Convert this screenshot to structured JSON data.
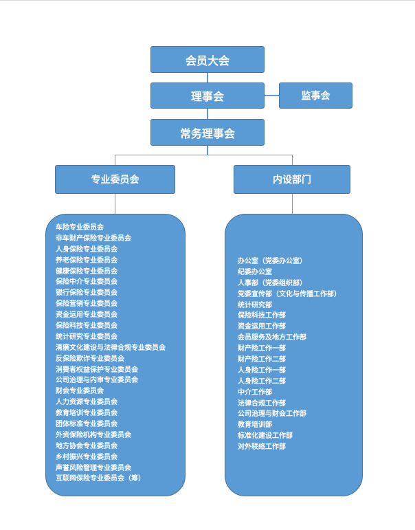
{
  "nodes": {
    "general_assembly": "会员大会",
    "council": "理事会",
    "supervisory_board": "监事会",
    "standing_council": "常务理事会",
    "committees": "专业委员会",
    "internal_departments": "内设部门"
  },
  "committee_list": [
    "车险专业委员会",
    "非车财产保险专业委员会",
    "人身保险专业委员会",
    "养老保险专业委员会",
    "健康保险专业委员会",
    "保险中介专业委员会",
    "银行保险专业委员会",
    "保险营销专业委员会",
    "资金运用专业委员会",
    "保险科技专业委员会",
    "统计研究专业委员会",
    "清廉文化建设与法律合规专业委员会",
    "反保险欺诈专业委员会",
    "消费者权益保护专业委员会",
    "公司治理与内审专业委员会",
    "财会专业委员会",
    "人力资源专业委员会",
    "教育培训专业委员会",
    "团体标准专业委员会",
    "外资保险机构专业委员会",
    "地方协会专业委员会",
    "乡村振兴专业委员会",
    "声誉风险管理专业委员会",
    "互联网保险专业委员会（筹）"
  ],
  "department_list": [
    "办公室（党委办公室）",
    "纪委办公室",
    "人事部（党委组织部）",
    "党委宣传部（文化与传播工作部）",
    "统计研究部",
    "保险科技工作部",
    "资金运用工作部",
    "会员服务及地方工作部",
    "财产险工作一部",
    "财产险工作二部",
    "人身险工作一部",
    "人身险工作二部",
    "中介工作部",
    "法律合规工作部",
    "公司治理与财会工作部",
    "教育培训部",
    "标准化建设工作部",
    "对外联络工作部"
  ],
  "colors": {
    "box_fill": "#5b9bd5",
    "box_border": "#41719c",
    "text": "#ffffff"
  }
}
